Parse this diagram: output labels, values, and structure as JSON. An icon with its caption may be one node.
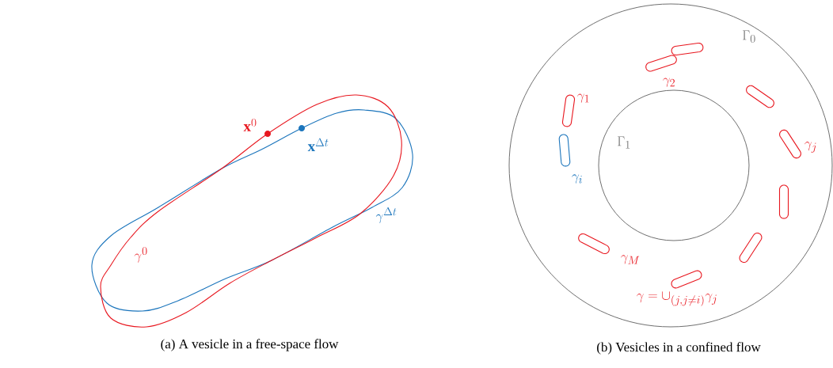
{
  "diagram": {
    "labels": [
      "\\mathbf{x}^0",
      "\\mathbf{x}^{\\Delta t}",
      "\\gamma^0",
      "\\gamma^{\\Delta t}",
      "(a) A vesicle in a free-space flow",
      "\\Gamma_0",
      "\\gamma_2",
      "\\gamma_1",
      "\\Gamma_1",
      "\\gamma_j",
      "\\gamma_i",
      "\\gamma_M",
      "\\gamma = \\cup_{(j,j\\neq i)} \\gamma_j",
      "(b) Vesicles in a confined flow"
    ]
  }
}
